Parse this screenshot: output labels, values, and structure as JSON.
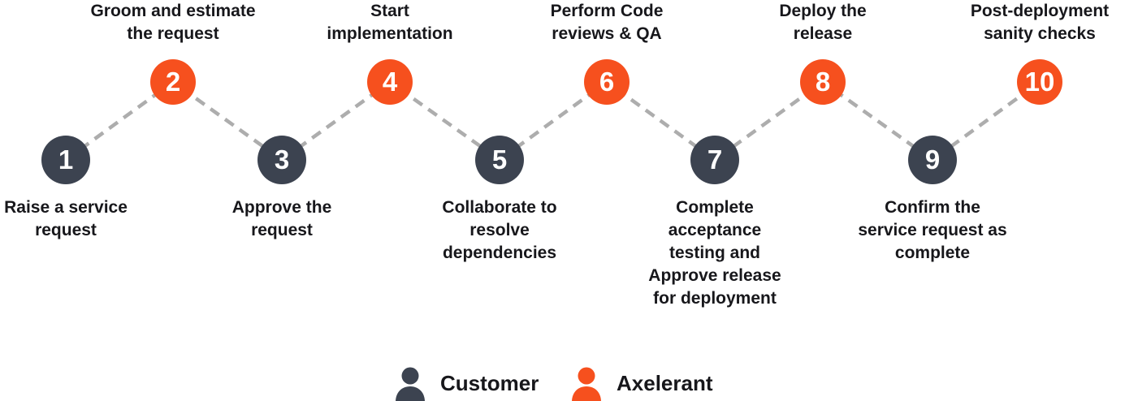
{
  "diagram": {
    "steps": [
      {
        "number": "1",
        "actor": "customer",
        "label_lines": [
          "Raise a service",
          "request"
        ]
      },
      {
        "number": "2",
        "actor": "axelerant",
        "label_lines": [
          "Groom and estimate",
          "the request"
        ]
      },
      {
        "number": "3",
        "actor": "customer",
        "label_lines": [
          "Approve the",
          "request"
        ]
      },
      {
        "number": "4",
        "actor": "axelerant",
        "label_lines": [
          "Start",
          "implementation"
        ]
      },
      {
        "number": "5",
        "actor": "customer",
        "label_lines": [
          "Collaborate to",
          "resolve",
          "dependencies"
        ]
      },
      {
        "number": "6",
        "actor": "axelerant",
        "label_lines": [
          "Perform Code",
          "reviews & QA"
        ]
      },
      {
        "number": "7",
        "actor": "customer",
        "label_lines": [
          "Complete",
          "acceptance",
          "testing and",
          "Approve release",
          "for deployment"
        ]
      },
      {
        "number": "8",
        "actor": "axelerant",
        "label_lines": [
          "Deploy the",
          "release"
        ]
      },
      {
        "number": "9",
        "actor": "customer",
        "label_lines": [
          "Confirm the",
          "service request as",
          "complete"
        ]
      },
      {
        "number": "10",
        "actor": "axelerant",
        "label_lines": [
          "Post-deployment",
          "sanity checks"
        ]
      }
    ]
  },
  "legend": {
    "items": [
      {
        "label": "Customer",
        "color": "#3C4350"
      },
      {
        "label": "Axelerant",
        "color": "#F6501E"
      }
    ]
  },
  "colors": {
    "customer": "#3C4350",
    "axelerant": "#F6501E",
    "connector": "#ADADAD",
    "text": "#17171B",
    "number": "#FFFFFF",
    "background": "#FFFFFF"
  }
}
